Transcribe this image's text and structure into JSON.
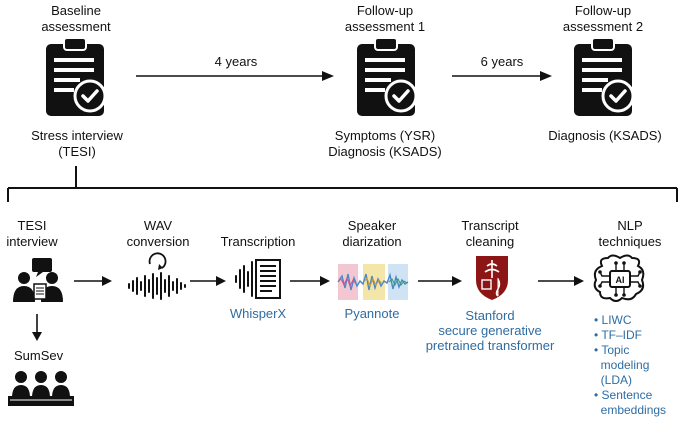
{
  "timeline": {
    "baseline": {
      "title_line1": "Baseline",
      "title_line2": "assessment",
      "caption_line1": "Stress interview",
      "caption_line2": "(TESI)"
    },
    "gap1": "4 years",
    "follow1": {
      "title_line1": "Follow-up",
      "title_line2": "assessment 1",
      "caption_line1": "Symptoms (YSR)",
      "caption_line2": "Diagnosis (KSADS)"
    },
    "gap2": "6 years",
    "follow2": {
      "title_line1": "Follow-up",
      "title_line2": "assessment 2",
      "caption_line1": "Diagnosis (KSADS)"
    }
  },
  "pipeline": {
    "steps": [
      {
        "line1": "TESI",
        "line2": "interview"
      },
      {
        "line1": "WAV",
        "line2": "conversion"
      },
      {
        "line1": "Transcription",
        "tool": "WhisperX"
      },
      {
        "line1": "Speaker",
        "line2": "diarization",
        "tool": "Pyannote"
      },
      {
        "line1": "Transcript",
        "line2": "cleaning",
        "tool_line1": "Stanford",
        "tool_line2": "secure generative",
        "tool_line3": "pretrained transformer"
      },
      {
        "line1": "NLP",
        "line2": "techniques"
      }
    ],
    "sumsev": "SumSev",
    "nlp_methods": [
      "• LIWC",
      "• TF–IDF",
      "• Topic",
      "  modeling",
      "  (LDA)",
      "• Sentence",
      "  embeddings"
    ]
  },
  "colors": {
    "accent_blue": "#2e6da4",
    "stanford_red": "#8c1515"
  }
}
